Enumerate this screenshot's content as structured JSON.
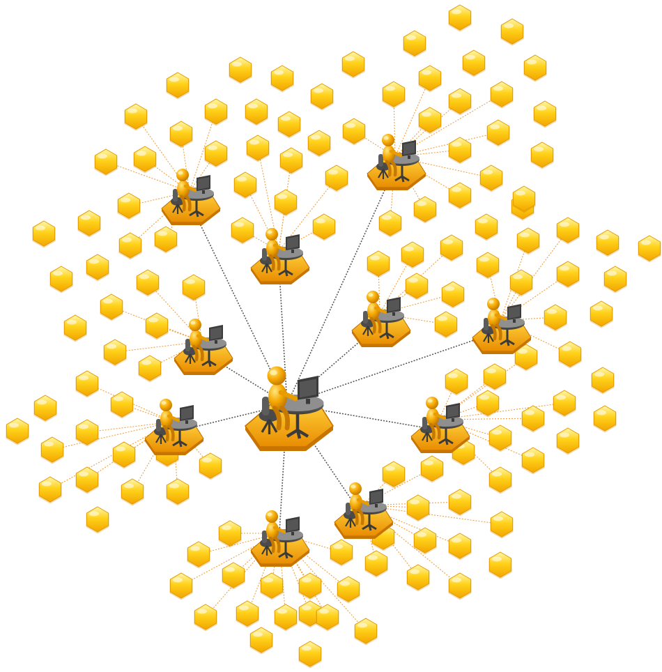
{
  "diagram": {
    "kind": "hub-and-spoke network",
    "hub": {
      "id": "central-operator",
      "depicts": "person-at-computer-workstation"
    },
    "sub_hubs": [
      {
        "id": "operator-1",
        "depicts": "person-at-computer-workstation"
      },
      {
        "id": "operator-2",
        "depicts": "person-at-computer-workstation"
      },
      {
        "id": "operator-3",
        "depicts": "person-at-computer-workstation"
      },
      {
        "id": "operator-4",
        "depicts": "person-at-computer-workstation"
      },
      {
        "id": "operator-5",
        "depicts": "person-at-computer-workstation"
      },
      {
        "id": "operator-6",
        "depicts": "person-at-computer-workstation"
      },
      {
        "id": "operator-7",
        "depicts": "person-at-computer-workstation"
      },
      {
        "id": "operator-8",
        "depicts": "person-at-computer-workstation"
      },
      {
        "id": "operator-9",
        "depicts": "person-at-computer-workstation"
      },
      {
        "id": "operator-10",
        "depicts": "person-at-computer-workstation"
      }
    ],
    "leaf_icon": "hexagon-node-icon",
    "colors": {
      "node_fill": "#ffd21a",
      "node_highlight": "#fff6a8",
      "node_edge": "#e59a00",
      "figure": "#f5a800",
      "figure_shadow": "#c77800",
      "desk": "#5b5b5b",
      "platform": "#f7a800",
      "hub_link": "#555555",
      "leaf_link": "#f0a040"
    }
  }
}
